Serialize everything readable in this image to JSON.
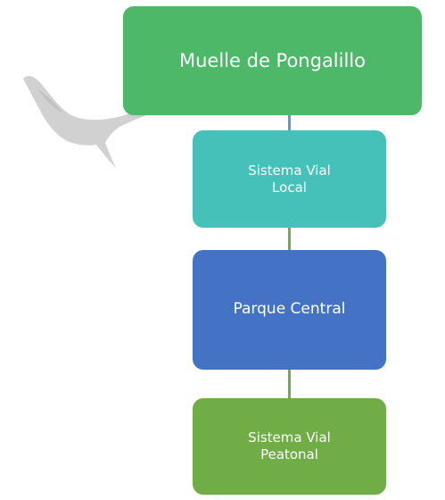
{
  "diagram": {
    "nodes": [
      {
        "id": "node-1",
        "lines": [
          "Muelle de Pongalillo"
        ],
        "color": "#4CB868"
      },
      {
        "id": "node-2",
        "lines": [
          "Sistema Vial",
          "Local"
        ],
        "color": "#45C1BA"
      },
      {
        "id": "node-3",
        "lines": [
          "Parque Central"
        ],
        "color": "#4472C4"
      },
      {
        "id": "node-4",
        "lines": [
          "Sistema Vial",
          "Peatonal"
        ],
        "color": "#70AD47"
      }
    ],
    "connectors": [
      {
        "from": "node-1",
        "to": "node-2",
        "color": "#5B9BD5"
      },
      {
        "from": "node-2",
        "to": "node-3",
        "color": "#70AD47"
      },
      {
        "from": "node-3",
        "to": "node-4",
        "color": "#70AD47"
      }
    ],
    "watermark": {
      "icon": "bird-icon",
      "color": "#c9c9c9"
    }
  }
}
